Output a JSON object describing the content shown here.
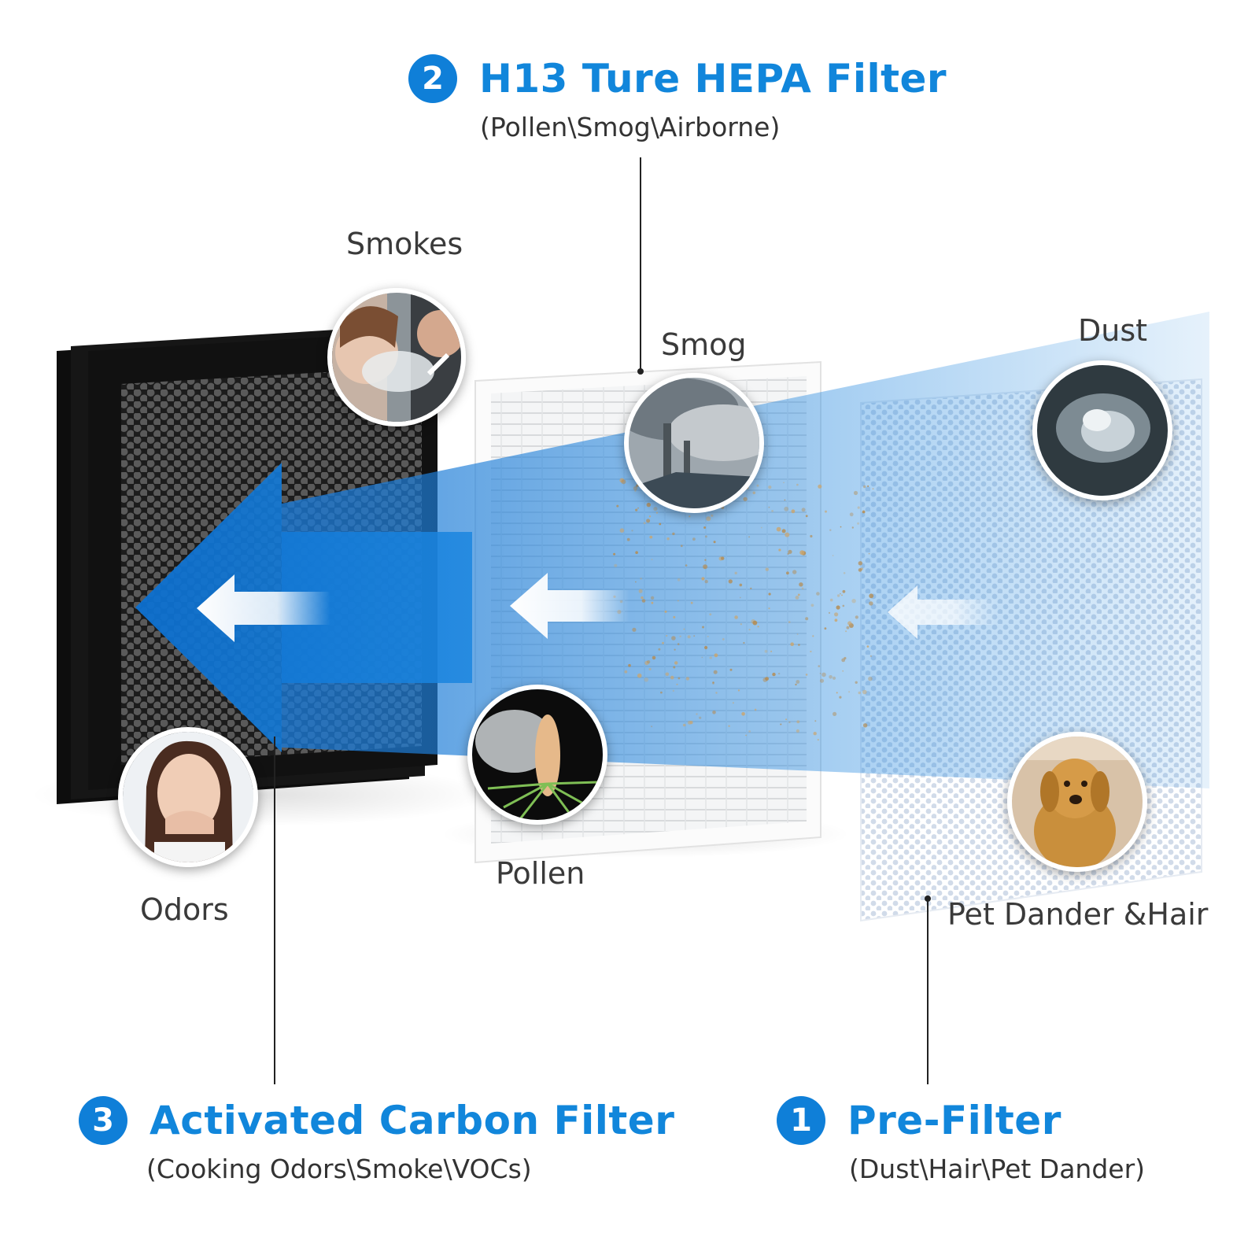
{
  "stages": {
    "hepa": {
      "number": "2",
      "title": "H13 Ture HEPA Filter",
      "subtitle": "(Pollen\\Smog\\Airborne)"
    },
    "carbon": {
      "number": "3",
      "title": "Activated Carbon Filter",
      "subtitle": "(Cooking Odors\\Smoke\\VOCs)"
    },
    "prefilter": {
      "number": "1",
      "title": "Pre-Filter",
      "subtitle": "(Dust\\Hair\\Pet Dander)"
    }
  },
  "pollutants": {
    "smokes": "Smokes",
    "odors": "Odors",
    "smog": "Smog",
    "pollen": "Pollen",
    "dust": "Dust",
    "pet": "Pet Dander &Hair"
  },
  "colors": {
    "accent": "#1186db",
    "badge": "#0f7fd8",
    "airflow": "#1a7fd6",
    "carbon_frame": "#141414",
    "text": "#333333"
  },
  "icons": {
    "flow_direction": "arrow-left-icon"
  }
}
